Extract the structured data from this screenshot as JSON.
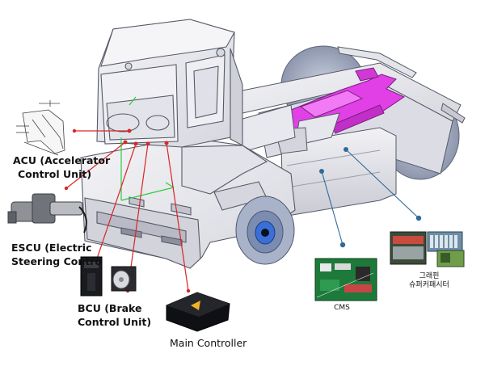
{
  "labels": {
    "acu_line1": "ACU (Accelerator",
    "acu_line2": "Control Unit)",
    "escu_line1": "ESCU (Electric",
    "escu_line2": "Steering Contro",
    "bcu_line1": "BCU (Brake",
    "bcu_line2": "Control Unit)",
    "main_controller": "Main Controller",
    "cms": "CMS",
    "graphene_line1": "그래핀",
    "graphene_line2": "슈퍼커패시터"
  },
  "colors": {
    "truck_body": "#e9e9ee",
    "truck_outline": "#555a66",
    "chassis_highlight": "#e040e6",
    "leader_red": "#d92626",
    "leader_blue": "#2f6a9a",
    "axis_green": "#2ecc40",
    "wheel_hub": "#3b6fd8"
  }
}
